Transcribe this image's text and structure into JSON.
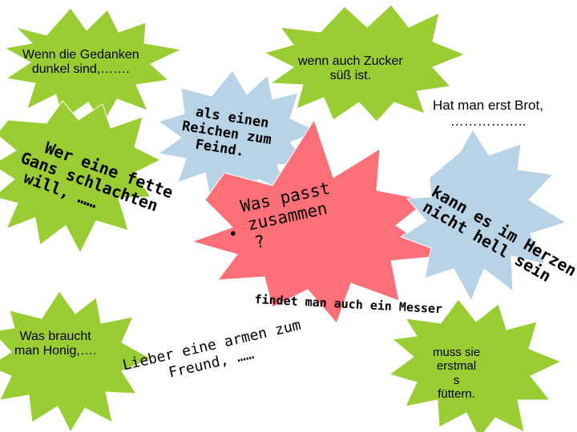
{
  "colors": {
    "green": "#9acd32",
    "blue": "#b9d3e6",
    "pink": "#ff6f77",
    "text": "#000000"
  },
  "bursts": {
    "top_left": {
      "color_key": "green",
      "icon": "star-burst"
    },
    "top_right": {
      "color_key": "green",
      "icon": "star-burst"
    },
    "left": {
      "color_key": "green",
      "icon": "star-burst"
    },
    "center_blue": {
      "color_key": "blue",
      "icon": "star-burst"
    },
    "center_pink": {
      "color_key": "pink",
      "icon": "star-burst"
    },
    "right_blue": {
      "color_key": "blue",
      "icon": "star-burst"
    },
    "bottom_left": {
      "color_key": "green",
      "icon": "star-burst"
    },
    "bottom_right": {
      "color_key": "green",
      "icon": "star-burst"
    }
  },
  "phrases": {
    "top_left": [
      "Wenn die Gedanken",
      "dunkel sind,……."
    ],
    "top_right": [
      "wenn auch Zucker",
      "süß ist."
    ],
    "hat_man": [
      "Hat man erst Brot,",
      "…………….."
    ],
    "left": [
      "Wer eine fette",
      "Gans schlachten",
      "will, ……"
    ],
    "center_blue": [
      "als einen",
      "Reichen zum",
      "Feind."
    ],
    "center_pink": [
      "Was passt",
      "zusammen",
      "?"
    ],
    "center_bullet": "•",
    "right_blue": [
      "kann es im Herzen",
      "nicht hell sein"
    ],
    "findet": "findet man auch ein Messer",
    "bottom_left": [
      "Was braucht",
      "man Honig,…."
    ],
    "lieber": [
      "Lieber eine armen zum",
      "Freund, ……"
    ],
    "bottom_right": [
      "muss sie",
      "erstmal",
      "s",
      "füttern."
    ]
  }
}
